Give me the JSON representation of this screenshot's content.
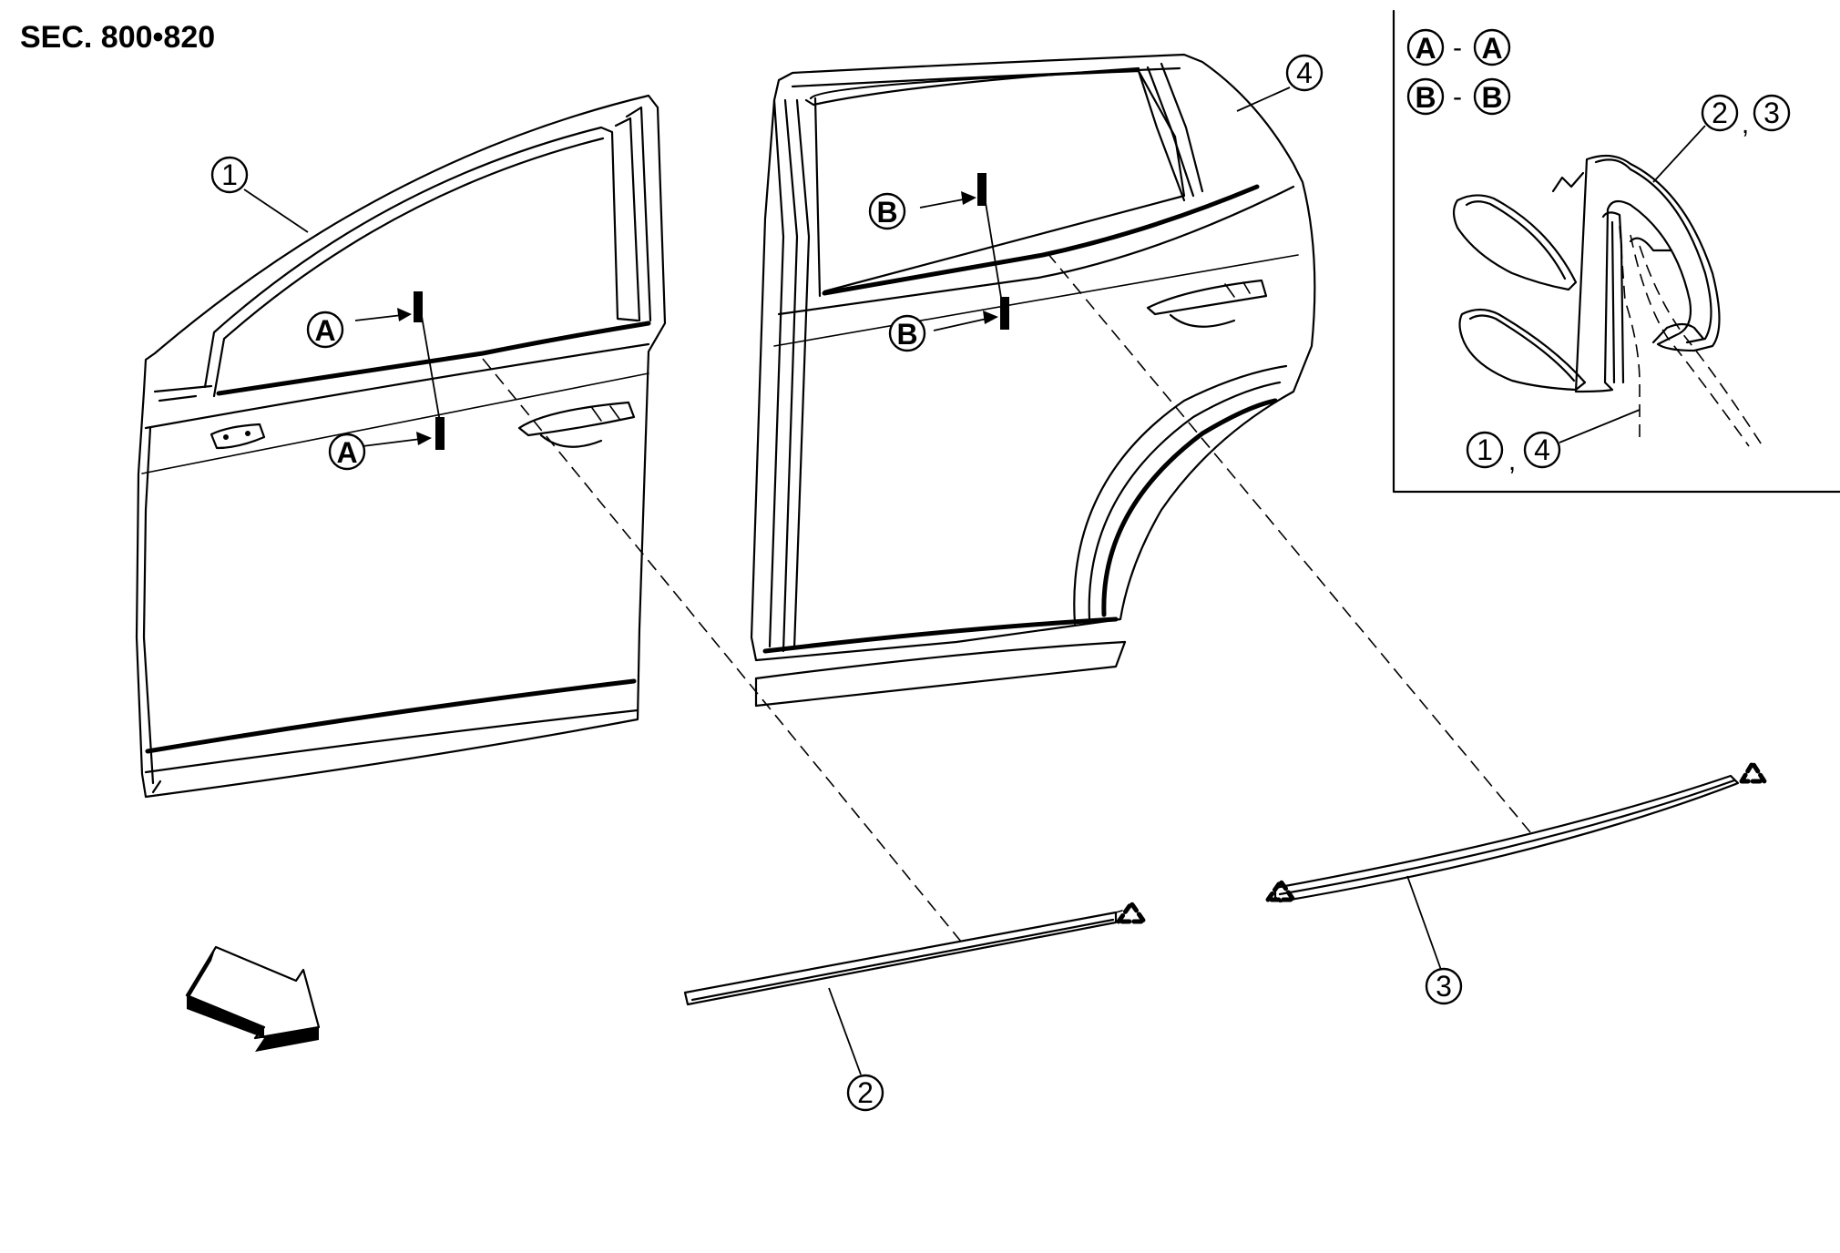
{
  "section_label": "SEC. 800•820",
  "callouts": {
    "front_door": "1",
    "front_moulding": "2",
    "rear_moulding": "3",
    "rear_door": "4"
  },
  "section_letters": {
    "a": "A",
    "b": "B"
  },
  "inset": {
    "sep_dash": "-",
    "sep_comma": ",",
    "moulding_labels": [
      "2",
      "3"
    ],
    "door_labels": [
      "1",
      "4"
    ]
  },
  "icons": [
    "front-direction-arrow-icon",
    "clip-triangle-icon"
  ]
}
